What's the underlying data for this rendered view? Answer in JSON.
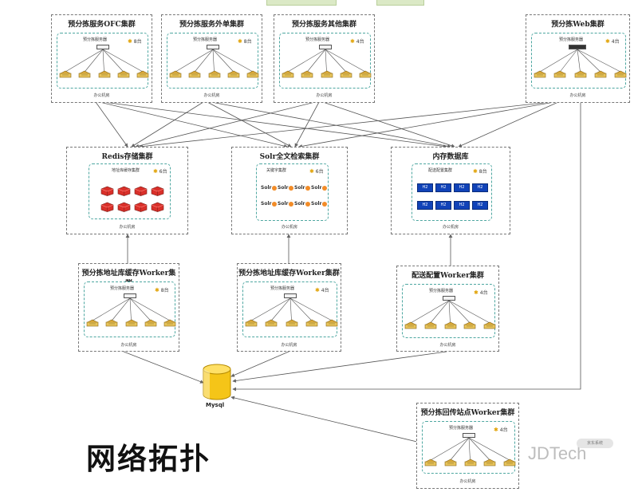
{
  "page": {
    "title": "网络拓扑",
    "watermark": "JDTech",
    "badge": "京东系统"
  },
  "clusters": {
    "ofc": {
      "title": "预分拣服务OFC集群",
      "lb": "预分拣服务器",
      "count": "8台",
      "footer": "办公机房"
    },
    "external": {
      "title": "预分拣服务外单集群",
      "lb": "预分拣服务器",
      "count": "8台",
      "footer": "办公机房"
    },
    "other": {
      "title": "预分拣服务其他集群",
      "lb": "预分拣服务器",
      "count": "4台",
      "footer": "办公机房"
    },
    "web": {
      "title": "预分拣Web集群",
      "lb": "预分拣服务器",
      "count": "4台",
      "footer": "办公机房"
    },
    "redis": {
      "title": "Redis存储集群",
      "inner": "地址库缓存集群",
      "count": "6台",
      "footer": "办公机房"
    },
    "solr": {
      "title": "Solr全文检索集群",
      "inner": "关键字集群",
      "count": "6台",
      "footer": "办公机房"
    },
    "memory": {
      "title": "内存数据库",
      "inner": "配送配置集群",
      "count": "8台",
      "footer": "办公机房"
    },
    "addr_cache_worker": {
      "title": "预分拣地址库缓存Worker集群",
      "lb": "预分拣服务器",
      "count": "8台",
      "footer": "办公机房"
    },
    "addr_lib_worker": {
      "title": "预分拣地址库缓存Worker集群",
      "lb": "预分拣服务器",
      "count": "4台",
      "footer": "办公机房"
    },
    "delivery_worker": {
      "title": "配送配置Worker集群",
      "lb": "预分拣服务器",
      "count": "4台",
      "footer": "办公机房"
    },
    "return_worker": {
      "title": "预分拣回传站点Worker集群",
      "lb": "预分拣服务器",
      "count": "4台",
      "footer": "办公机房"
    }
  },
  "db": {
    "label": "Mysql"
  },
  "node_text": {
    "solr": "Solr",
    "mem": "H2"
  },
  "colors": {
    "inner_border": "#4ea7a1",
    "db_fill": "#f5c518",
    "mem_fill": "#1143b8",
    "redis_fill": "#d9302a",
    "solr_sun": "#f28c28"
  }
}
